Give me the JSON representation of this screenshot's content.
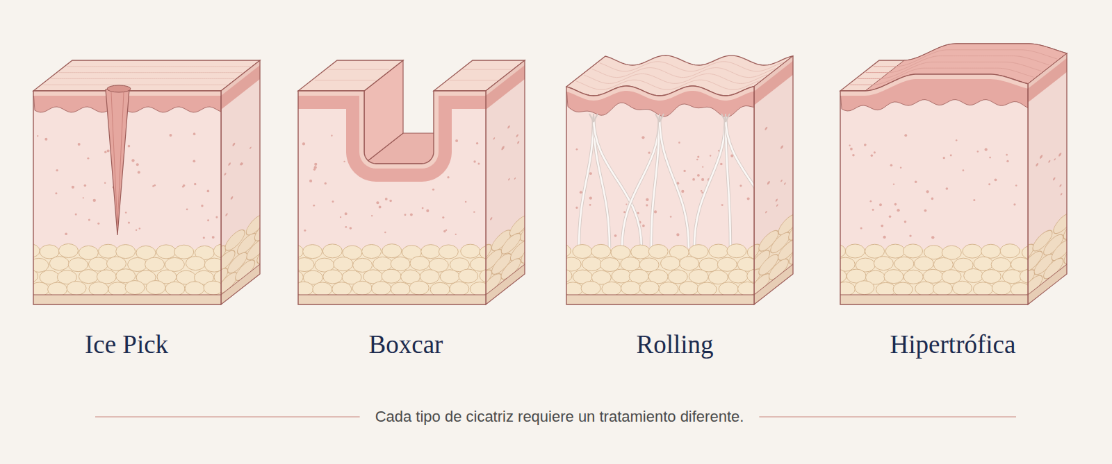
{
  "diagram": {
    "caption": "Cada tipo de cicatriz requiere un tratamiento diferente.",
    "labels": [
      "Ice Pick",
      "Boxcar",
      "Rolling",
      "Hipertrófica"
    ]
  }
}
